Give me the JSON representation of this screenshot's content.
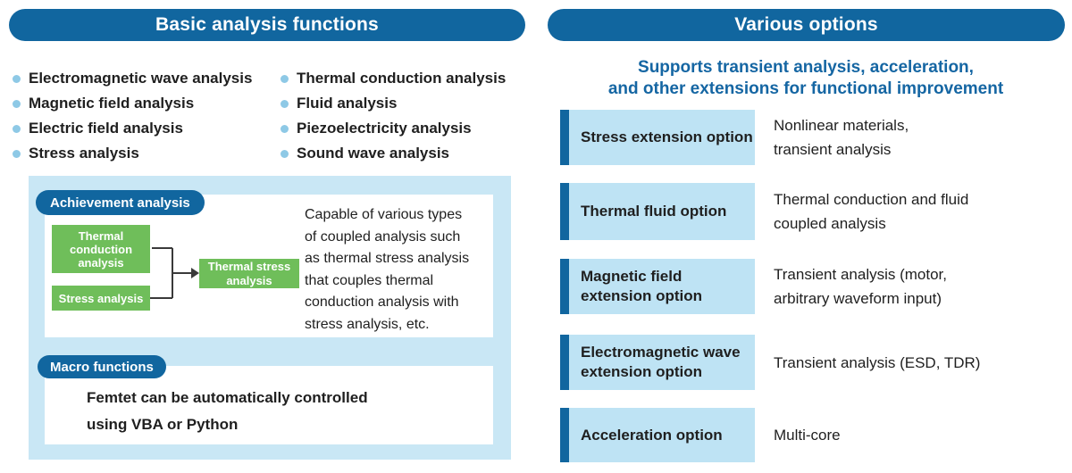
{
  "left_section": {
    "header": "Basic analysis functions",
    "analysis_list": {
      "col1": [
        "Electromagnetic wave analysis",
        "Magnetic field analysis",
        "Electric field analysis",
        "Stress analysis"
      ],
      "col2": [
        "Thermal conduction analysis",
        "Fluid analysis",
        "Piezoelectricity analysis",
        "Sound wave analysis"
      ]
    },
    "achievement": {
      "badge": "Achievement analysis",
      "diagram": {
        "input1": "Thermal\nconduction\nanalysis",
        "input2": "Stress analysis",
        "output": "Thermal stress\nanalysis"
      },
      "description": "Capable of various types\nof coupled analysis such\nas thermal stress analysis\nthat couples thermal\nconduction analysis with\nstress analysis, etc."
    },
    "macro": {
      "badge": "Macro functions",
      "description": "Femtet can be automatically controlled\nusing VBA or Python"
    }
  },
  "right_section": {
    "header": "Various options",
    "subtitle": "Supports transient analysis, acceleration,\nand other extensions for functional improvement",
    "options": [
      {
        "label": "Stress extension option",
        "description": "Nonlinear materials,\ntransient analysis"
      },
      {
        "label": "Thermal fluid option",
        "description": "Thermal conduction and fluid\ncoupled analysis"
      },
      {
        "label": "Magnetic field\nextension option",
        "description": "Transient analysis (motor,\narbitrary waveform input)"
      },
      {
        "label": "Electromagnetic wave\nextension option",
        "description": "Transient analysis (ESD, TDR)"
      },
      {
        "label": "Acceleration option",
        "description": "Multi-core"
      }
    ]
  },
  "colors": {
    "primary_blue": "#11669F",
    "panel_light_blue": "#C9E7F5",
    "option_box_blue": "#BEE3F4",
    "bullet_blue": "#8EC9E6",
    "subtitle_blue": "#1566A3",
    "diagram_green": "#6FBE5A",
    "text_dark": "#1F1F1F"
  }
}
